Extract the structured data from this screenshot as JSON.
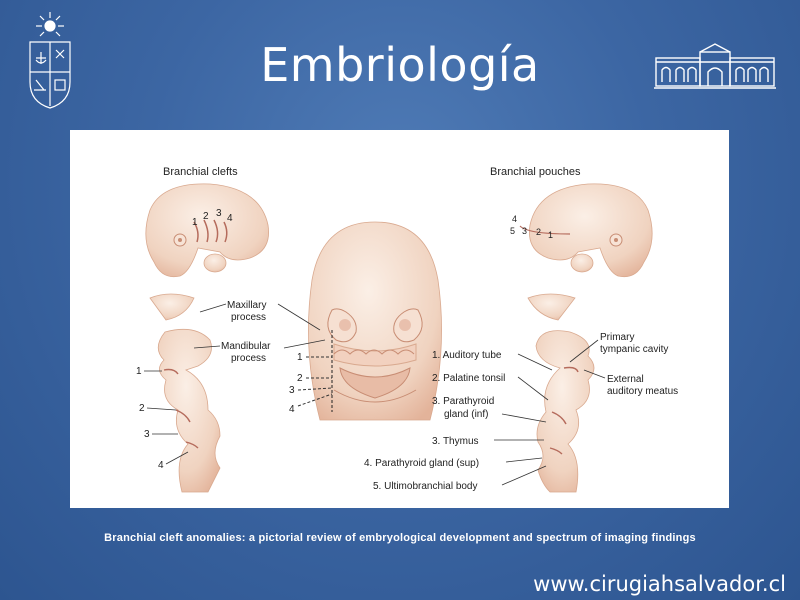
{
  "slide": {
    "title": "Embriología",
    "caption": "Branchial cleft anomalies: a pictorial review of embryological development and spectrum of imaging findings",
    "url": "www.cirugiahsalvador.cl"
  },
  "figure": {
    "left_heading": "Branchial clefts",
    "right_heading": "Branchial pouches",
    "maxillary": [
      "Maxillary",
      "process"
    ],
    "mandibular": [
      "Mandibular",
      "process"
    ],
    "cleft_numbers": [
      "1",
      "2",
      "3",
      "4"
    ],
    "head_cleft_numbers": [
      "1",
      "2",
      "3",
      "4"
    ],
    "pouch_numbers": [
      "4",
      "5",
      "3",
      "2",
      "1"
    ],
    "face_numbers": [
      "1",
      "2",
      "3",
      "4"
    ],
    "pouch_labels": [
      "1. Auditory tube",
      "2. Palatine tonsil",
      "3. Parathyroid",
      "gland (inf)",
      "3. Thymus",
      "4. Parathyroid gland (sup)",
      "5. Ultimobranchial body"
    ],
    "right_labels": [
      "Primary",
      "tympanic cavity",
      "External",
      "auditory meatus"
    ]
  },
  "colors": {
    "background": "#3c66a3",
    "tissue": "#f3dac8",
    "tissue_shadow": "#e7b9a0",
    "panel": "#ffffff"
  }
}
